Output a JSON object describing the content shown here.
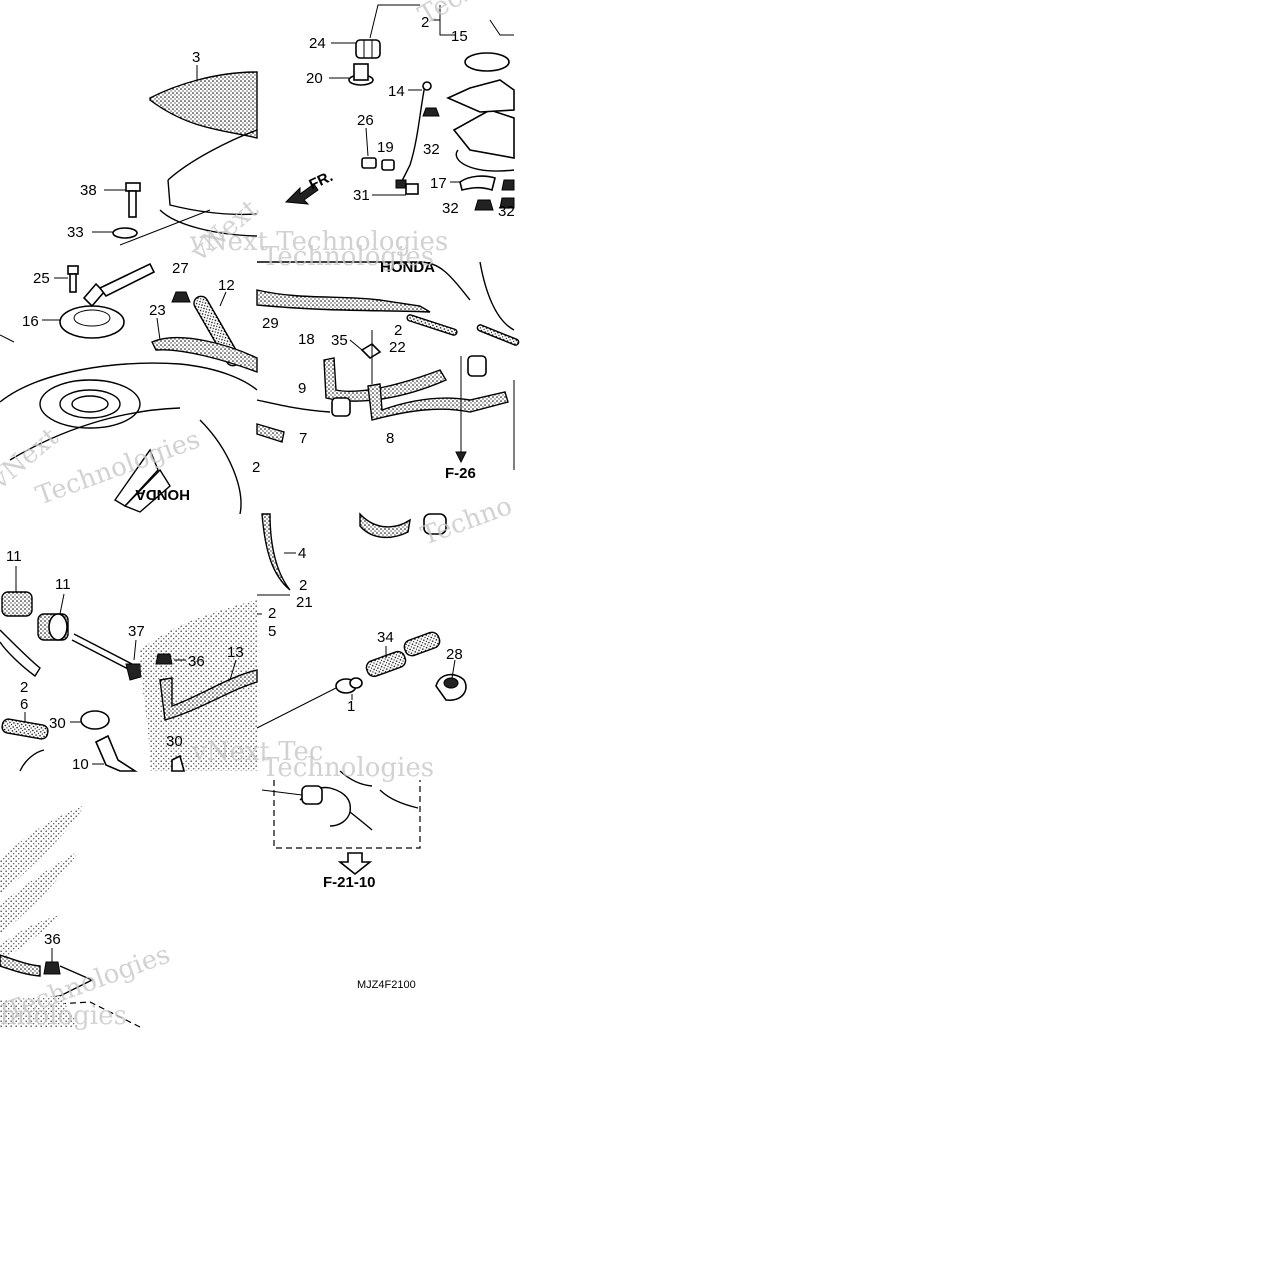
{
  "labels": {
    "l1": "1",
    "l2a": "2",
    "l2b": "2",
    "l2c": "2",
    "l2d": "2",
    "l2e": "2",
    "l2f": "2",
    "l3": "3",
    "l4": "4",
    "l5": "5",
    "l6": "6",
    "l7": "7",
    "l8": "8",
    "l9": "9",
    "l10": "10",
    "l11a": "11",
    "l11b": "11",
    "l12": "12",
    "l13": "13",
    "l14": "14",
    "l15": "15",
    "l16": "16",
    "l17": "17",
    "l18": "18",
    "l19": "19",
    "l20": "20",
    "l21": "21",
    "l22": "22",
    "l23": "23",
    "l24": "24",
    "l25": "25",
    "l26": "26",
    "l27": "27",
    "l28": "28",
    "l29": "29",
    "l30a": "30",
    "l30b": "30",
    "l31": "31",
    "l32a": "32",
    "l32b": "32",
    "l32c": "32",
    "l33": "33",
    "l34": "34",
    "l35": "35",
    "l36a": "36",
    "l36b": "36",
    "l37": "37",
    "l38": "38"
  },
  "references": {
    "f26": "F-26",
    "f2110": "F-21-10"
  },
  "front_marker": "FR.",
  "diagram_code": "MJZ4F2100",
  "brand_marks": [
    "HONDA",
    "HONDA"
  ],
  "watermarks": [
    "vNext",
    "Technologies",
    "vNext Technologies",
    "Technologies",
    "vNext",
    "Technologies",
    "Techno",
    "vNext Tec",
    "Technologies",
    "hnologies",
    "Technologies"
  ]
}
